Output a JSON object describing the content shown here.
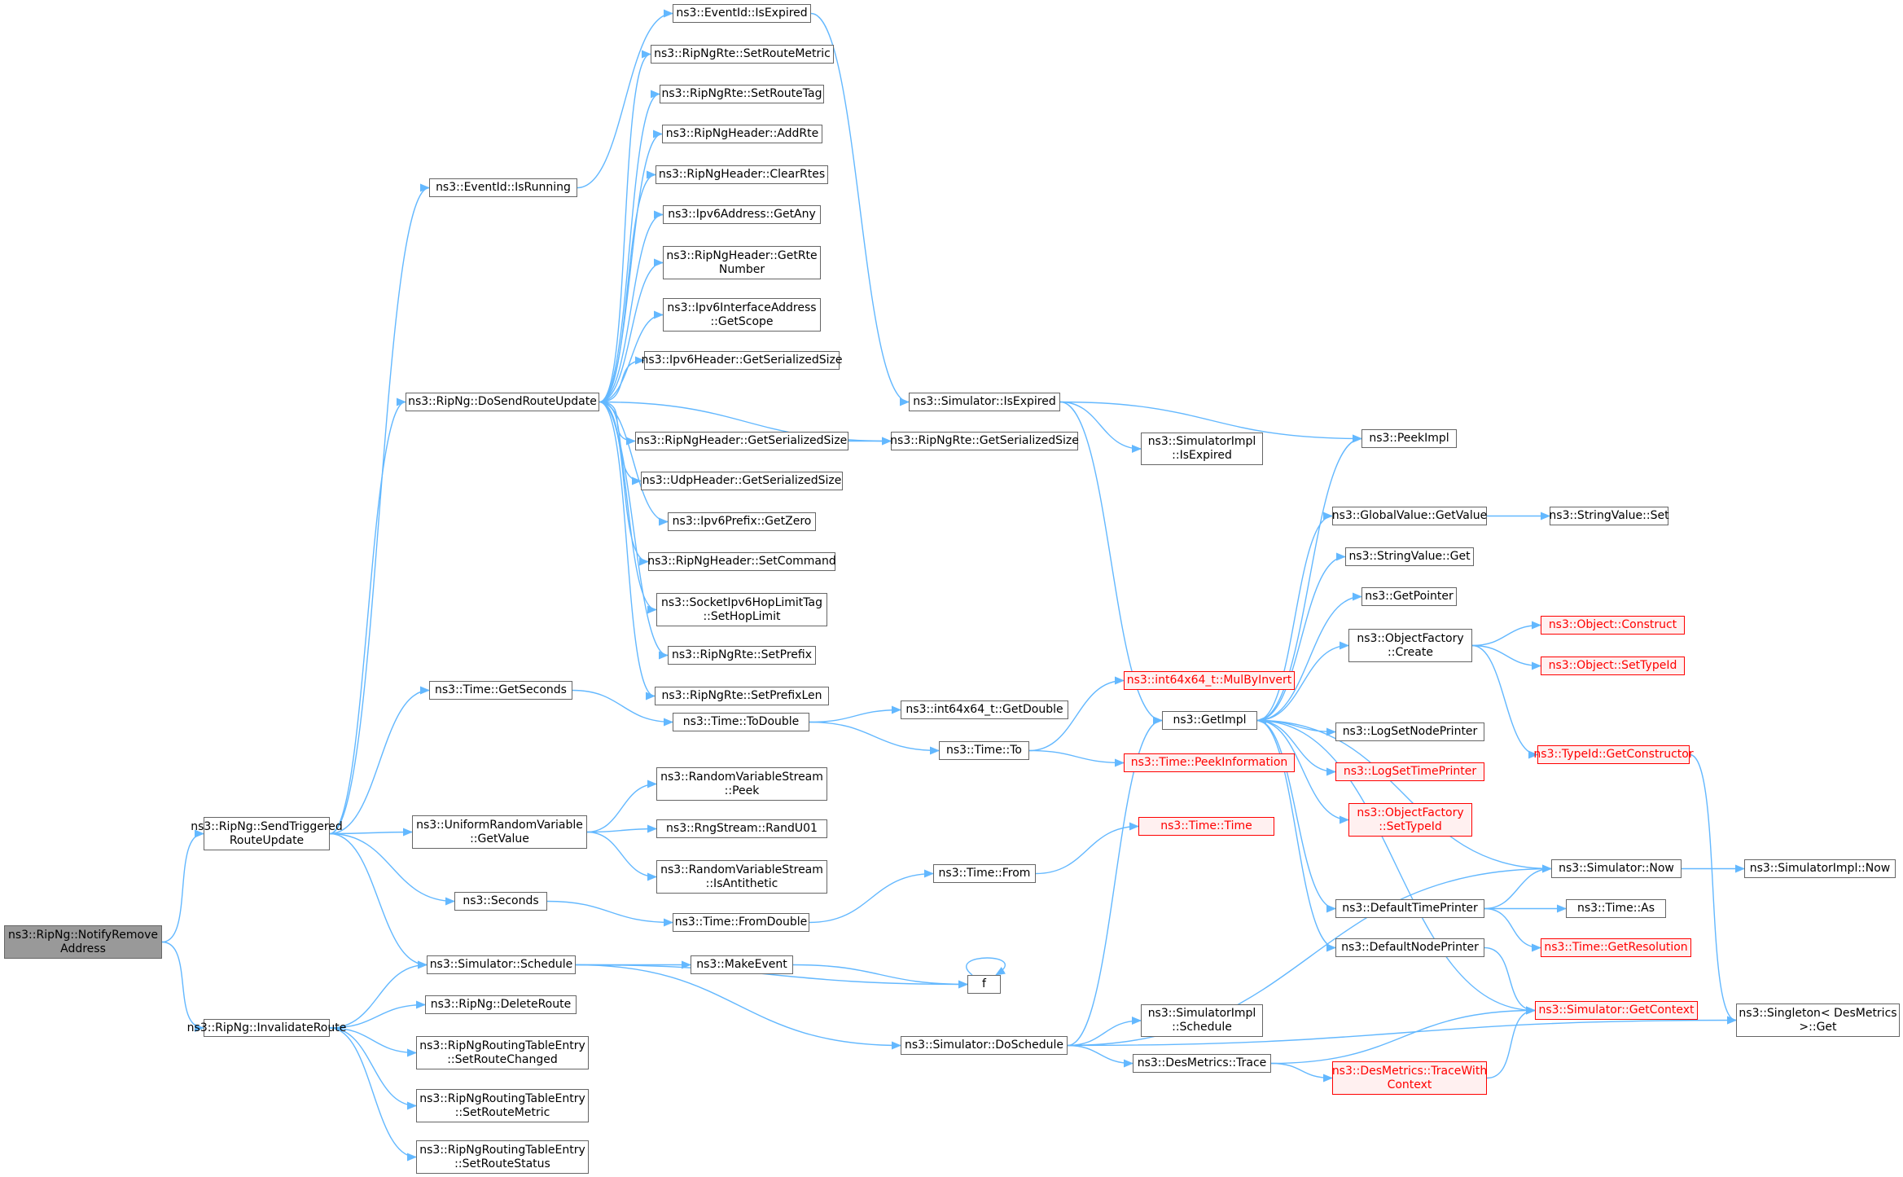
{
  "colors": {
    "edge": "#63b8ff",
    "border": "#666666",
    "root_fill": "#999999",
    "red_border": "#ff0000",
    "red_fill": "#fff0f0"
  },
  "nodes": {
    "notify_remove_address": "ns3::RipNg::NotifyRemove\nAddress",
    "send_triggered_route_update": "ns3::RipNg::SendTriggered\nRouteUpdate",
    "invalidate_route": "ns3::RipNg::InvalidateRoute",
    "eventid_isrunning": "ns3::EventId::IsRunning",
    "do_send_route_update": "ns3::RipNg::DoSendRouteUpdate",
    "time_getseconds": "ns3::Time::GetSeconds",
    "uniform_getvalue": "ns3::UniformRandomVariable\n::GetValue",
    "seconds": "ns3::Seconds",
    "simulator_schedule": "ns3::Simulator::Schedule",
    "ripng_deleteroute": "ns3::RipNg::DeleteRoute",
    "rte_setroutechanged": "ns3::RipNgRoutingTableEntry\n::SetRouteChanged",
    "rte_setroutemetric_entry": "ns3::RipNgRoutingTableEntry\n::SetRouteMetric",
    "rte_setroutestatus": "ns3::RipNgRoutingTableEntry\n::SetRouteStatus",
    "eventid_isexpired": "ns3::EventId::IsExpired",
    "ripngrte_setroutemetric": "ns3::RipNgRte::SetRouteMetric",
    "ripngrte_setroutetag": "ns3::RipNgRte::SetRouteTag",
    "header_addrte": "ns3::RipNgHeader::AddRte",
    "header_clearrtes": "ns3::RipNgHeader::ClearRtes",
    "ipv6address_getany": "ns3::Ipv6Address::GetAny",
    "header_getrtenumber": "ns3::RipNgHeader::GetRte\nNumber",
    "ipv6ifaddr_getscope": "ns3::Ipv6InterfaceAddress\n::GetScope",
    "ipv6header_getserializedsize": "ns3::Ipv6Header::GetSerializedSize",
    "ripngheader_getserializedsize": "ns3::RipNgHeader::GetSerializedSize",
    "udpheader_getserializedsize": "ns3::UdpHeader::GetSerializedSize",
    "ipv6prefix_getzero": "ns3::Ipv6Prefix::GetZero",
    "header_setcommand": "ns3::RipNgHeader::SetCommand",
    "hoplimittag_sethoplimit": "ns3::SocketIpv6HopLimitTag\n::SetHopLimit",
    "ripngrte_setprefix": "ns3::RipNgRte::SetPrefix",
    "ripngrte_setprefixlen": "ns3::RipNgRte::SetPrefixLen",
    "time_todouble": "ns3::Time::ToDouble",
    "rvs_peek": "ns3::RandomVariableStream\n::Peek",
    "rngstream_randu01": "ns3::RngStream::RandU01",
    "rvs_isantithetic": "ns3::RandomVariableStream\n::IsAntithetic",
    "time_fromdouble": "ns3::Time::FromDouble",
    "make_event": "ns3::MakeEvent",
    "simulator_doschedule": "ns3::Simulator::DoSchedule",
    "ripngrte_getserializedsize": "ns3::RipNgRte::GetSerializedSize",
    "simulator_isexpired": "ns3::Simulator::IsExpired",
    "int64_getdouble": "ns3::int64x64_t::GetDouble",
    "time_to": "ns3::Time::To",
    "time_from": "ns3::Time::From",
    "f": "f",
    "simimpl_isexpired": "ns3::SimulatorImpl\n::IsExpired",
    "int64_mulbyinvert": "ns3::int64x64_t::MulByInvert",
    "getimpl": "ns3::GetImpl",
    "time_peekinformation": "ns3::Time::PeekInformation",
    "time_time": "ns3::Time::Time",
    "simimpl_schedule": "ns3::SimulatorImpl\n::Schedule",
    "desmetrics_trace": "ns3::DesMetrics::Trace",
    "peekimpl": "ns3::PeekImpl",
    "globalvalue_getvalue": "ns3::GlobalValue::GetValue",
    "stringvalue_get": "ns3::StringValue::Get",
    "getpointer": "ns3::GetPointer",
    "objectfactory_create": "ns3::ObjectFactory\n::Create",
    "logsetnodeprinter": "ns3::LogSetNodePrinter",
    "logsettimeprinter": "ns3::LogSetTimePrinter",
    "objectfactory_settypeid": "ns3::ObjectFactory\n::SetTypeId",
    "defaulttimeprinter": "ns3::DefaultTimePrinter",
    "defaultnodeprinter": "ns3::DefaultNodePrinter",
    "desmetrics_tracewithcontext": "ns3::DesMetrics::TraceWith\nContext",
    "stringvalue_set": "ns3::StringValue::Set",
    "object_construct": "ns3::Object::Construct",
    "object_settypeid": "ns3::Object::SetTypeId",
    "typeid_getconstructor": "ns3::TypeId::GetConstructor",
    "simulator_now": "ns3::Simulator::Now",
    "time_as": "ns3::Time::As",
    "time_getresolution": "ns3::Time::GetResolution",
    "simulator_getcontext": "ns3::Simulator::GetContext",
    "simimpl_now": "ns3::SimulatorImpl::Now",
    "singleton_get": "ns3::Singleton< DesMetrics\n>::Get"
  }
}
